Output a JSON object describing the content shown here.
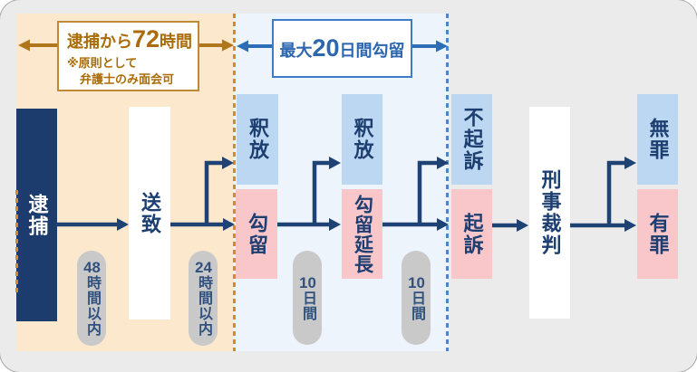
{
  "diagram": {
    "description": "criminal-procedure-flowchart"
  },
  "spans": {
    "arrest": {
      "label_prefix": "逮捕から",
      "label_number": "72",
      "label_suffix": "時間",
      "note1": "※原則として",
      "note2": "弁護士のみ面会可",
      "accent_color": "#b1761c",
      "phase_bg": "#fce8cd"
    },
    "detention": {
      "label_prefix": "最大",
      "label_number": "20",
      "label_suffix": "日間勾留",
      "accent_color": "#2e6db5",
      "phase_bg": "#eef4fb"
    }
  },
  "nodes": {
    "arrest": "逮捕",
    "referral": "送致",
    "release1": "釈放",
    "detention": "勾留",
    "release2": "釈放",
    "detention_extension": "勾留延長",
    "non_indictment": "不起訴",
    "indictment": "起訴",
    "trial": "刑事裁判",
    "not_guilty": "無罪",
    "guilty": "有罪"
  },
  "durations": {
    "within48h": {
      "number": "48",
      "unit": "時間以内"
    },
    "within24h": {
      "number": "24",
      "unit": "時間以内"
    },
    "days10a": {
      "number": "10",
      "unit": "日間"
    },
    "days10b": {
      "number": "10",
      "unit": "日間"
    }
  },
  "colors": {
    "card_bg": "#ebebeb",
    "navy_box": "#1d3c6e",
    "release_box_blue": "#bcd7f1",
    "detention_box_pink": "#f9c6ca",
    "pill_gray": "#c9c9ca",
    "flow_arrow_navy": "#1e4274",
    "orange_dashed": "#d4892a",
    "blue_dashed": "#4d86c6"
  }
}
